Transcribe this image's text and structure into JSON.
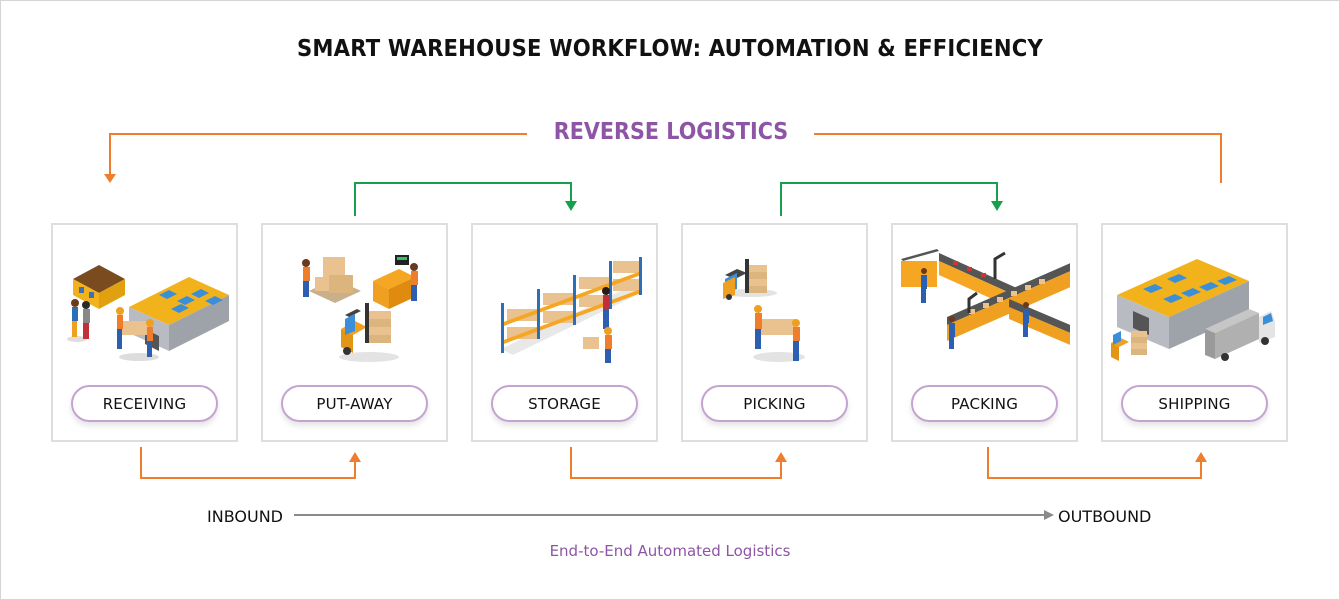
{
  "title": "SMART WAREHOUSE WORKFLOW: AUTOMATION & EFFICIENCY",
  "reverse_logistics": {
    "label": "REVERSE LOGISTICS",
    "from": "SHIPPING",
    "to": "RECEIVING"
  },
  "stages": [
    {
      "label": "RECEIVING",
      "icon": "warehouse-receiving-icon"
    },
    {
      "label": "PUT-AWAY",
      "icon": "put-away-forklift-icon"
    },
    {
      "label": "STORAGE",
      "icon": "storage-shelves-icon"
    },
    {
      "label": "PICKING",
      "icon": "picking-workers-icon"
    },
    {
      "label": "PACKING",
      "icon": "packing-conveyor-icon"
    },
    {
      "label": "SHIPPING",
      "icon": "shipping-truck-icon"
    }
  ],
  "connectors": {
    "top_green": [
      [
        "PUT-AWAY",
        "STORAGE"
      ],
      [
        "PICKING",
        "PACKING"
      ]
    ],
    "bottom_orange": [
      [
        "RECEIVING",
        "PUT-AWAY"
      ],
      [
        "STORAGE",
        "PICKING"
      ],
      [
        "PACKING",
        "SHIPPING"
      ]
    ]
  },
  "flow": {
    "start": "INBOUND",
    "end": "OUTBOUND",
    "caption": "End-to-End Automated Logistics"
  },
  "colors": {
    "orange": "#ef7d2b",
    "green": "#16a04b",
    "purple": "#8e55a6",
    "gray_arrow": "#8a8a8a",
    "card_border": "#dedede",
    "pill_border": "#c4a3d1"
  }
}
